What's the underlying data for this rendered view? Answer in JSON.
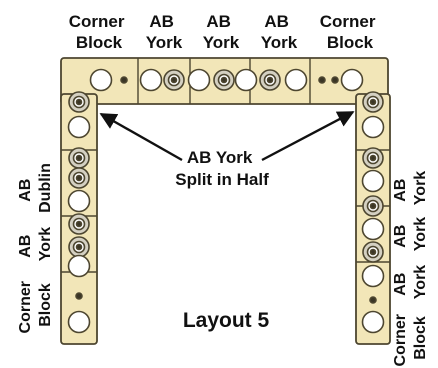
{
  "labels": {
    "top_left_corner": [
      "Corner",
      "Block"
    ],
    "top_ab_york_1": [
      "AB",
      "York"
    ],
    "top_ab_york_2": [
      "AB",
      "York"
    ],
    "top_ab_york_3": [
      "AB",
      "York"
    ],
    "top_right_corner": [
      "Corner",
      "Block"
    ],
    "left_ab_dublin": [
      "AB",
      "Dublin"
    ],
    "left_ab_york": [
      "AB",
      "York"
    ],
    "left_corner": [
      "Corner",
      "Block"
    ],
    "right_ab_york_1": [
      "AB",
      "York"
    ],
    "right_ab_york_2": [
      "AB",
      "York"
    ],
    "right_ab_york_3": [
      "AB",
      "York"
    ],
    "right_corner": [
      "Corner",
      "Block"
    ],
    "split_note": [
      "AB York",
      "Split in Half"
    ],
    "layout_title": "Layout 5"
  },
  "colors": {
    "block_fill": "#f2e6b8",
    "block_stroke": "#4d4630",
    "hole_fill": "#ffffff",
    "ring_fill": "#d4d0c2",
    "text": "#111111"
  }
}
